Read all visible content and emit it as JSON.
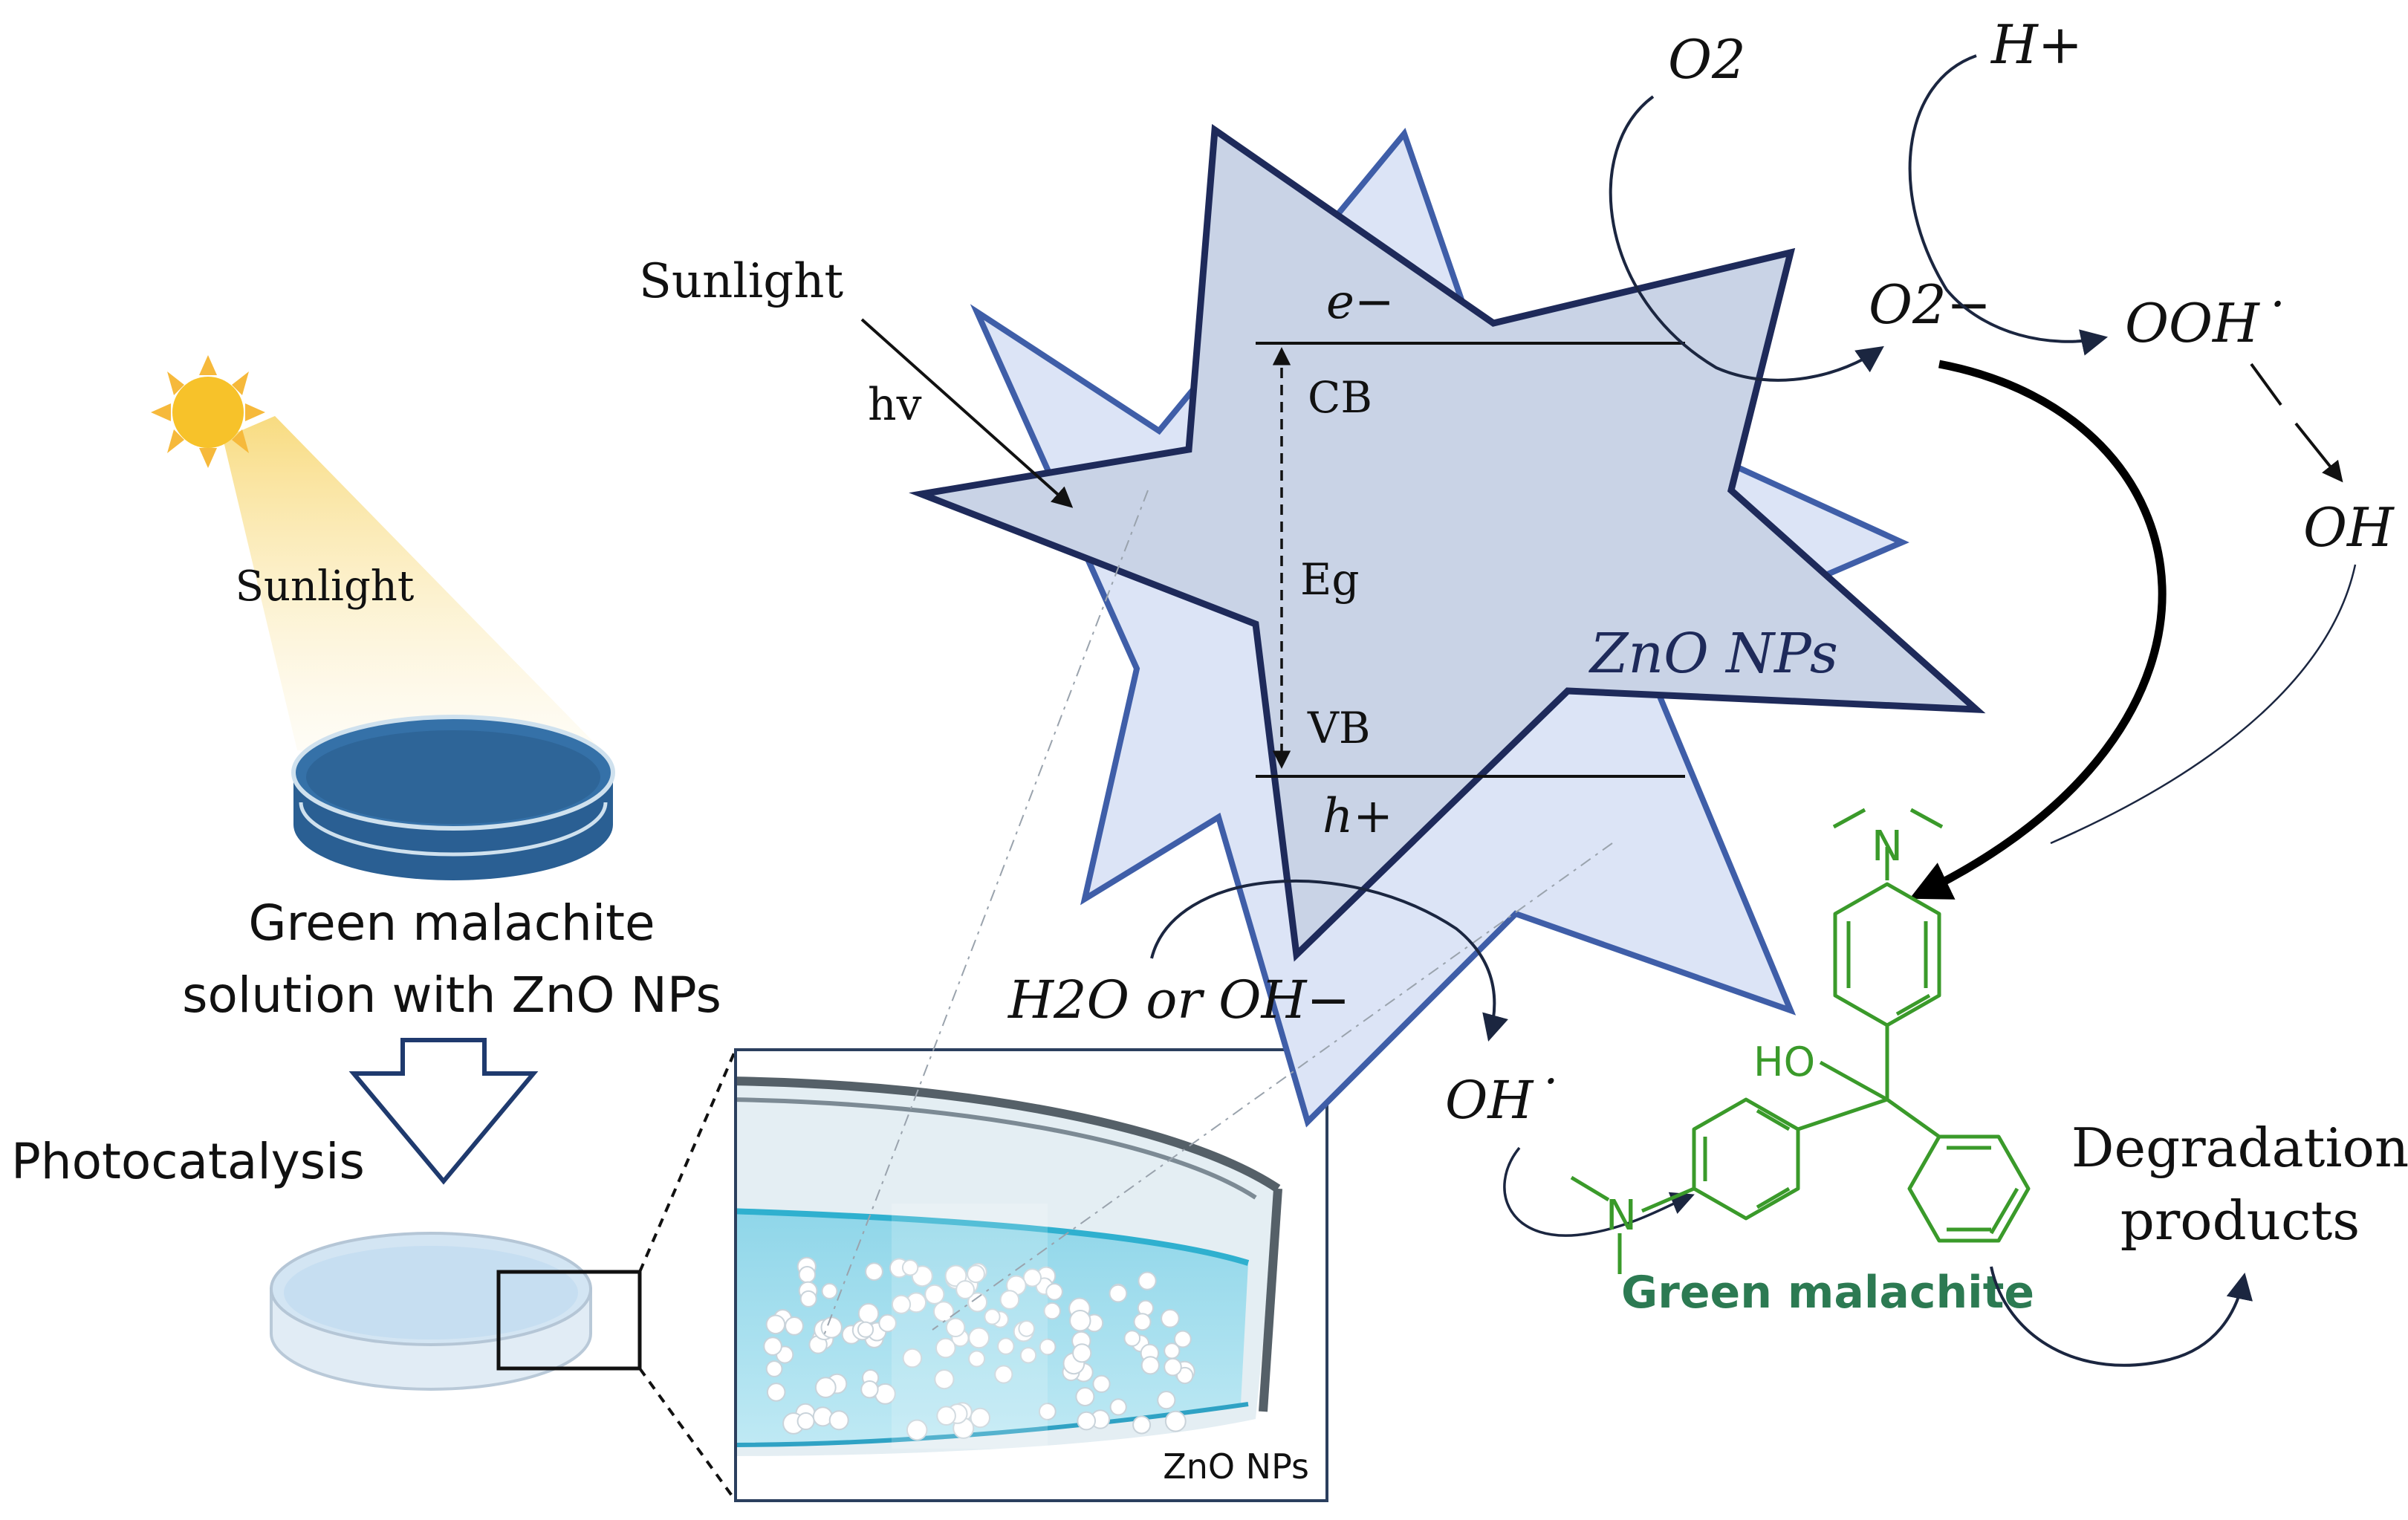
{
  "left_panel": {
    "sunlight_label": "Sunlight",
    "dish_caption_line1": "Green malachite",
    "dish_caption_line2": "solution with ZnO NPs",
    "process_label": "Photocatalysis"
  },
  "inset": {
    "label": "ZnO NPs"
  },
  "band_diagram": {
    "sunlight_label": "Sunlight",
    "photon_label": "hv",
    "electron_label": "e−",
    "cb_label": "CB",
    "gap_label": "Eg",
    "vb_label": "VB",
    "hole_label": "h+",
    "particle_label": "ZnO NPs"
  },
  "reactions": {
    "oxygen": "O2",
    "superoxide": "O2−",
    "proton": "H+",
    "hydroperoxyl": "OOH˙",
    "hydroxyl_top": "OH˙",
    "water_source": "H2O or OH−",
    "hydroxyl_bottom": "OH˙"
  },
  "molecule": {
    "name": "Green malachite",
    "ho_label": "HO",
    "n_top": "N",
    "n_left": "N",
    "color": "#3a9a2a"
  },
  "products": {
    "line1": "Degradation",
    "line2": "products"
  },
  "colors": {
    "star_fill": "#c9d3e6",
    "star_back_fill": "#dce4f6",
    "star_stroke": "#1e2a5a",
    "star_back_stroke": "#3f5ea8",
    "dish_blue": "#2f6aa3",
    "arrow_dark": "#1b2640",
    "molecule_label": "#2c7a52"
  }
}
